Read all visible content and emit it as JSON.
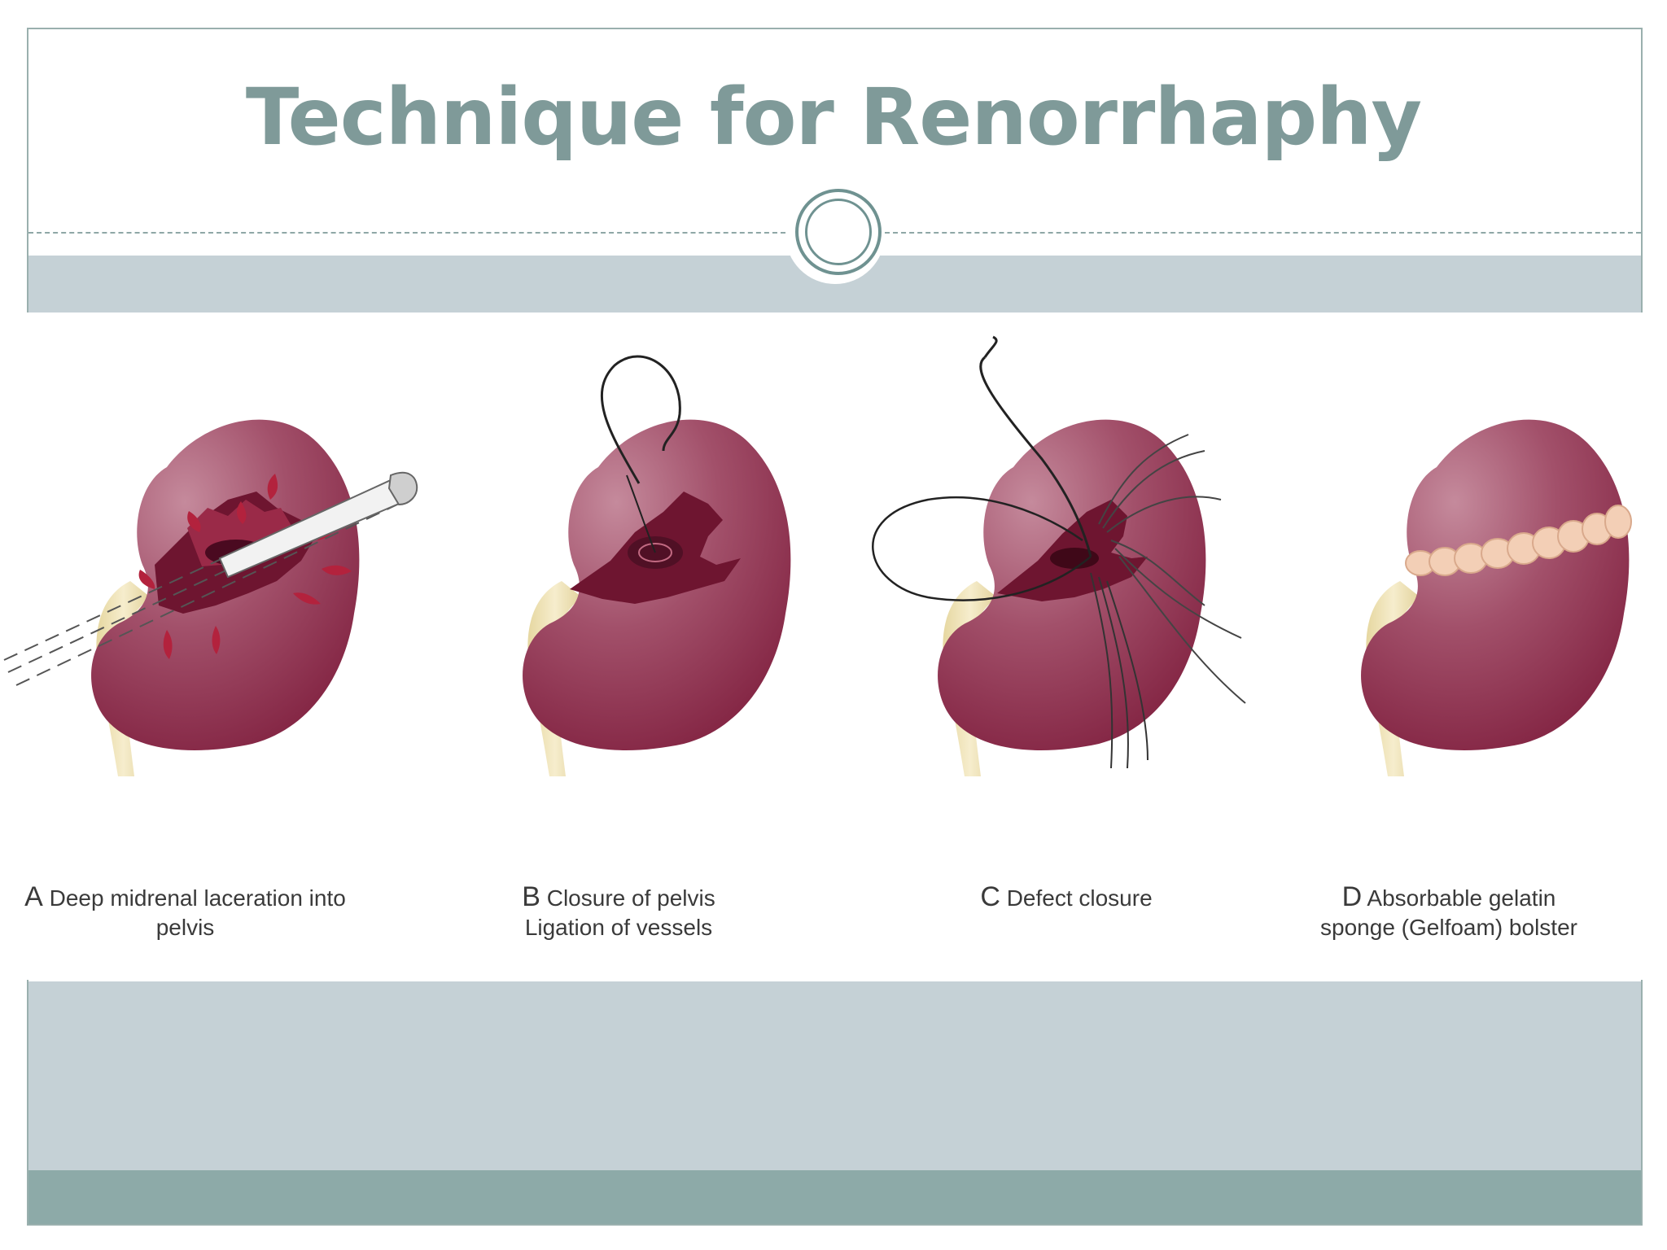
{
  "slide": {
    "title": "Technique for Renorrhaphy"
  },
  "panels": [
    {
      "letter": "A",
      "caption_line1": "Deep midrenal laceration into",
      "caption_line2": "pelvis"
    },
    {
      "letter": "B",
      "caption_line1": "Closure of pelvis",
      "caption_line2": "Ligation of vessels"
    },
    {
      "letter": "C",
      "caption_line1": "Defect closure",
      "caption_line2": ""
    },
    {
      "letter": "D",
      "caption_line1": "Absorbable gelatin",
      "caption_line2": "sponge (Gelfoam) bolster"
    }
  ],
  "colors": {
    "title": "#7f9a99",
    "band_light": "#c5d1d6",
    "band_dark": "#8daaa8",
    "kidney": "#93304f",
    "laceration": "#6e1530",
    "ureter": "#efe3b8",
    "gelfoam": "#f3cfb6"
  }
}
